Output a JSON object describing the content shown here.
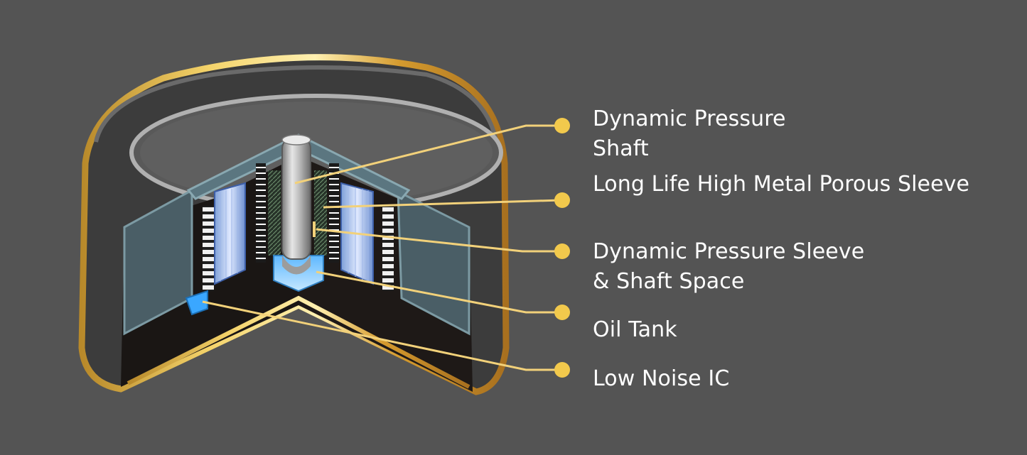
{
  "colors": {
    "background": "#545454",
    "accent": "#f2c94c",
    "callout_line": "#f2d17a",
    "label_text": "#ffffff"
  },
  "labels": [
    {
      "id": "dynamic-pressure-shaft",
      "lines": [
        "Dynamic Pressure",
        "Shaft"
      ]
    },
    {
      "id": "porous-sleeve",
      "lines": [
        "Long Life High Metal Porous Sleeve"
      ]
    },
    {
      "id": "sleeve-shaft-space",
      "lines": [
        "Dynamic Pressure Sleeve",
        "& Shaft Space"
      ]
    },
    {
      "id": "oil-tank",
      "lines": [
        "Oil Tank"
      ]
    },
    {
      "id": "low-noise-ic",
      "lines": [
        "Low Noise IC"
      ]
    }
  ]
}
